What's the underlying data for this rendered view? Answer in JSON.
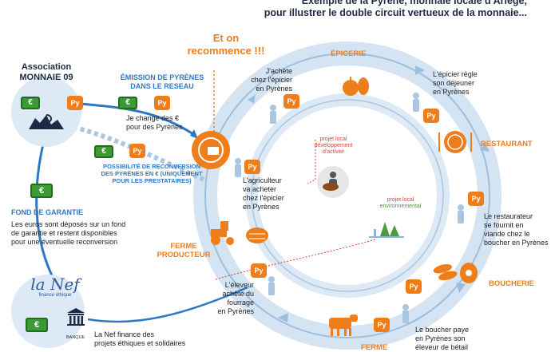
{
  "header": {
    "line1": "Exemple de la Pyrène, monnaie locale d'Ariège,",
    "line2": "pour illustrer le double circuit vertueux de la monnaie..."
  },
  "restart": {
    "line1": "Et on",
    "line2": "recommence !!!"
  },
  "association": {
    "line1": "Association",
    "line2": "MONNAIE 09"
  },
  "emission": {
    "title1": "ÉMISSION DE PYRÈNES",
    "title2": "DANS LE RESEAU",
    "desc1": "Je change des €",
    "desc2": "pour des Pyrènes"
  },
  "reconversion": {
    "line1": "POSSIBILITÉ DE RECONVERSION",
    "line2": "DES PYRÈNES EN € (UNIQUEMENT",
    "line3": "POUR LES PRESTATAIRES)"
  },
  "guarantee": {
    "title": "FOND DE GARANTIE",
    "desc1": "Les euros sont déposés sur un fond",
    "desc2": "de garantie et restent disponibles",
    "desc3": "pour une éventuelle reconversion"
  },
  "nef": {
    "logo": "la Nef",
    "subtitle": "finance éthique",
    "bank": "BANQUE",
    "desc1": "La Nef finance des",
    "desc2": "projets éthiques et solidaires"
  },
  "currency": {
    "euro": "€",
    "pyrene": "Py"
  },
  "epicerie": {
    "title": "ÉPICERIE",
    "buy1": "J'achète",
    "buy2": "chez l'épicier",
    "buy3": "en Pyrènes",
    "pay1": "L'épicier règle",
    "pay2": "son déjeuner",
    "pay3": "en Pyrènes"
  },
  "restaurant": {
    "title": "RESTAURANT",
    "desc1": "Le restaurateur",
    "desc2": "se fournit en",
    "desc3": "viande chez le",
    "desc4": "boucher en Pyrènes"
  },
  "boucherie": {
    "title": "BOUCHERIE",
    "desc1": "Le boucher paye",
    "desc2": "en Pyrènes son",
    "desc3": "éleveur de bétail"
  },
  "ferme_bottom": {
    "title": "FERME"
  },
  "eleveur": {
    "desc1": "L'éleveur",
    "desc2": "achète du",
    "desc3": "fourrage",
    "desc4": "en Pyrènes"
  },
  "ferme_producteur": {
    "line1": "FERME",
    "line2": "PRODUCTEUR"
  },
  "agriculteur": {
    "desc1": "L'agriculteur",
    "desc2": "va acheter",
    "desc3": "chez l'épicier",
    "desc4": "en Pyrènes"
  },
  "projet_activite": {
    "line1": "projet local",
    "line2": "développement",
    "line3": "d'activité"
  },
  "projet_env": {
    "line1": "projet local",
    "line2": "environnemental"
  },
  "colors": {
    "navy": "#1e2a44",
    "blue": "#2f78c4",
    "orange": "#ef7d1a",
    "green": "#3d9b35",
    "ring": "#cfe0ef",
    "ring_dark": "#8fb6d8"
  }
}
